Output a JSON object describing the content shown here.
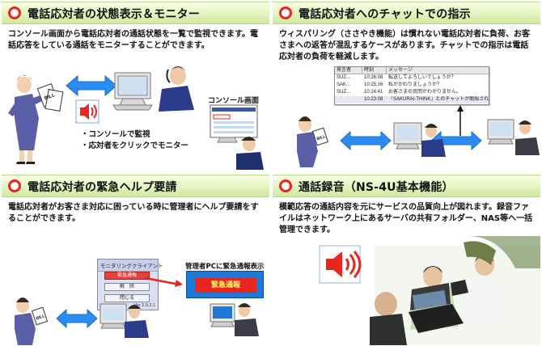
{
  "panels": [
    {
      "title": "電話応対者の状態表示＆モニター",
      "description": "コンソール画面から電話応対者の通話状態を一覧で監視できます。電話応答をしている通話をモニターすることができます。",
      "console_label": "コンソール画面",
      "bullets": [
        "・コンソールで監視",
        "・応対者をクリックでモニター"
      ]
    },
    {
      "title": "電話応対者へのチャットでの指示",
      "description": "ウィスパリング（ささやき機能）は慣れない電話応対者に負荷、お客さまへの返答が混乱するケースがあります。チャットでの指示は電話応対者の負荷を軽減します。",
      "chat": {
        "columns": [
          "発言者",
          "時刻",
          "メッセージ"
        ],
        "rows": [
          {
            "speaker": "SUZ...",
            "time": "10:26:08",
            "message": "転送してよろしいでしょうか？"
          },
          {
            "speaker": "SAK...",
            "time": "10:25:16",
            "message": "私がかわりましょうか？"
          },
          {
            "speaker": "SUZ...",
            "time": "10:24:41",
            "message": "お客さまの質問がわかりません。"
          },
          {
            "speaker": "",
            "time": "10:23:08",
            "message": "「SAKURAI-THINK」とのチャットが開始されました。"
          }
        ]
      }
    },
    {
      "title": "電話応対者の緊急ヘルプ要請",
      "description": "電話応対者がお客さま対応に困っている時に管理者にヘルプ要請をすることができます。",
      "app": {
        "title": "モニタリングクライアント",
        "buttons": [
          "緊急通報",
          "解　除",
          "閉じる"
        ],
        "version": "Ver 2.0.2.1"
      },
      "admin_label": "管理者PCに緊急通報表示",
      "alert_text": "緊急通報"
    },
    {
      "title": "通話録音（NS-4U基本機能）",
      "description": "模範応答の通話内容を元にサービスの品質向上が図れます。録音ファイルはネットワーク上にあるサーバの共有フォルダー、NAS等へ一括管理できます。"
    }
  ],
  "colors": {
    "ring": "#e8261d",
    "header_green": "#d8efac",
    "arrow_blue": "#2a8cf0",
    "speaker_red": "#e8261d"
  }
}
